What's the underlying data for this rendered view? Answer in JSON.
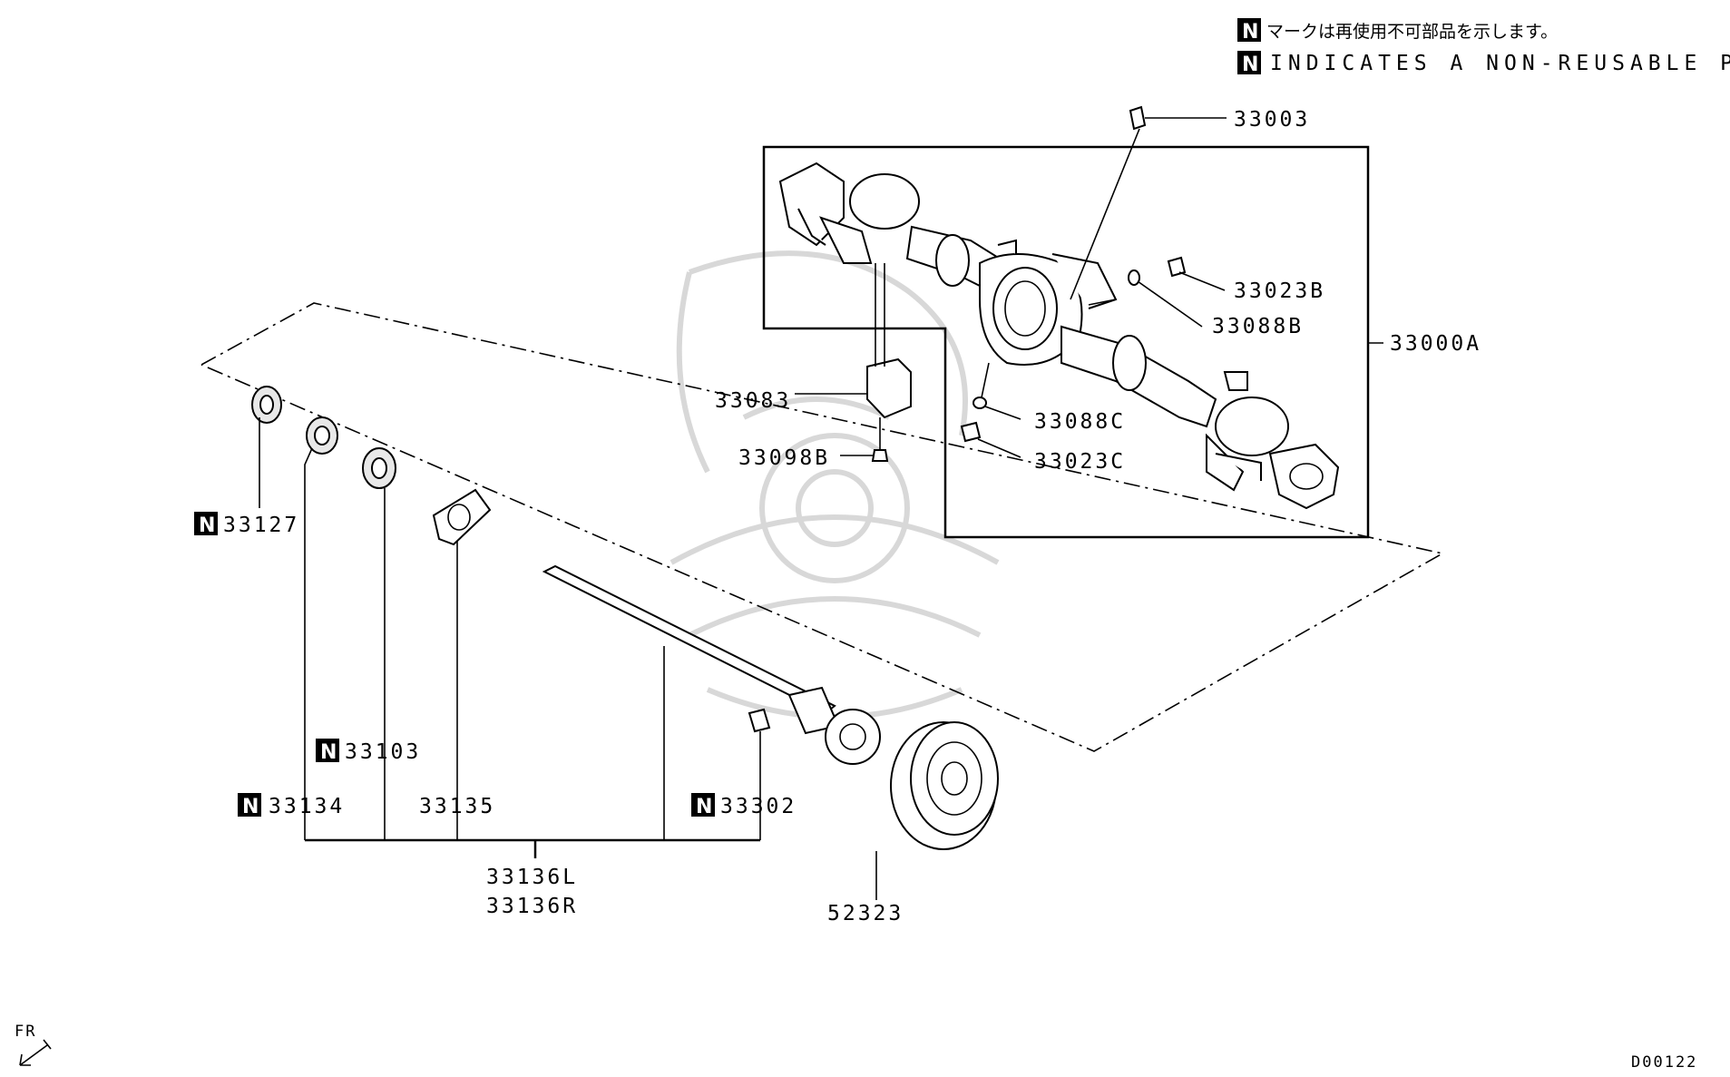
{
  "notes": {
    "nonreusable_jp": "マークは再使用不可部品を示します。",
    "nonreusable_en": "INDICATES A NON-REUSABLE PART.",
    "n_mark": "N"
  },
  "parts": {
    "p33003": "33003",
    "p33023B": "33023B",
    "p33088B": "33088B",
    "p33000A": "33000A",
    "p33083": "33083",
    "p33088C": "33088C",
    "p33098B": "33098B",
    "p33023C": "33023C",
    "p33127": "33127",
    "p33103": "33103",
    "p33134": "33134",
    "p33135": "33135",
    "p33302": "33302",
    "p33136L": "33136L",
    "p33136R": "33136R",
    "p52323": "52323"
  },
  "footer": {
    "fr": "FR",
    "diagram_code": "D00122"
  },
  "icons": {
    "non_reusable": "n-mark-icon",
    "front_direction": "front-arrow-icon"
  }
}
